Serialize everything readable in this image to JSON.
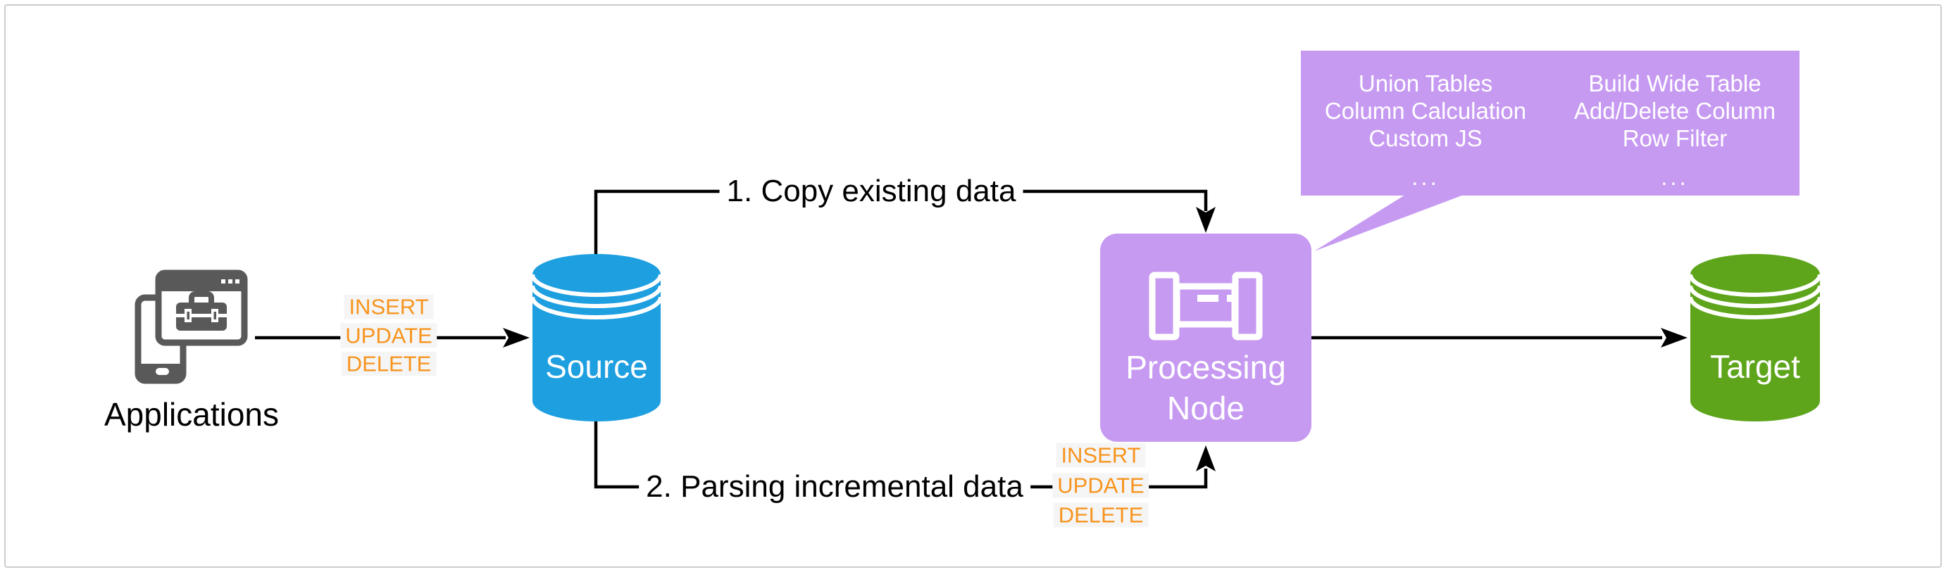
{
  "diagram": {
    "applications": {
      "label": "Applications"
    },
    "source": {
      "label": "Source"
    },
    "processing_node": {
      "label_line1": "Processing",
      "label_line2": "Node"
    },
    "target": {
      "label": "Target"
    },
    "edge_copy": {
      "label": "1. Copy existing data"
    },
    "edge_parse": {
      "label": "2. Parsing incremental data"
    },
    "crud_left": {
      "lines": [
        "INSERT",
        "UPDATE",
        "DELETE"
      ]
    },
    "crud_right": {
      "lines": [
        "INSERT",
        "UPDATE",
        "DELETE"
      ]
    },
    "callout": {
      "left_column": [
        "Union Tables",
        "Column Calculation",
        "Custom JS",
        "..."
      ],
      "right_column": [
        "Build Wide Table",
        "Add/Delete Column",
        "Row Filter",
        "..."
      ]
    }
  },
  "colors": {
    "blue": "#1d9fe0",
    "purple": "#c79af2",
    "green": "#5ea51c",
    "orange": "#f7941e",
    "icon-gray": "#595959",
    "line": "#000000",
    "frame": "#cccccc"
  }
}
